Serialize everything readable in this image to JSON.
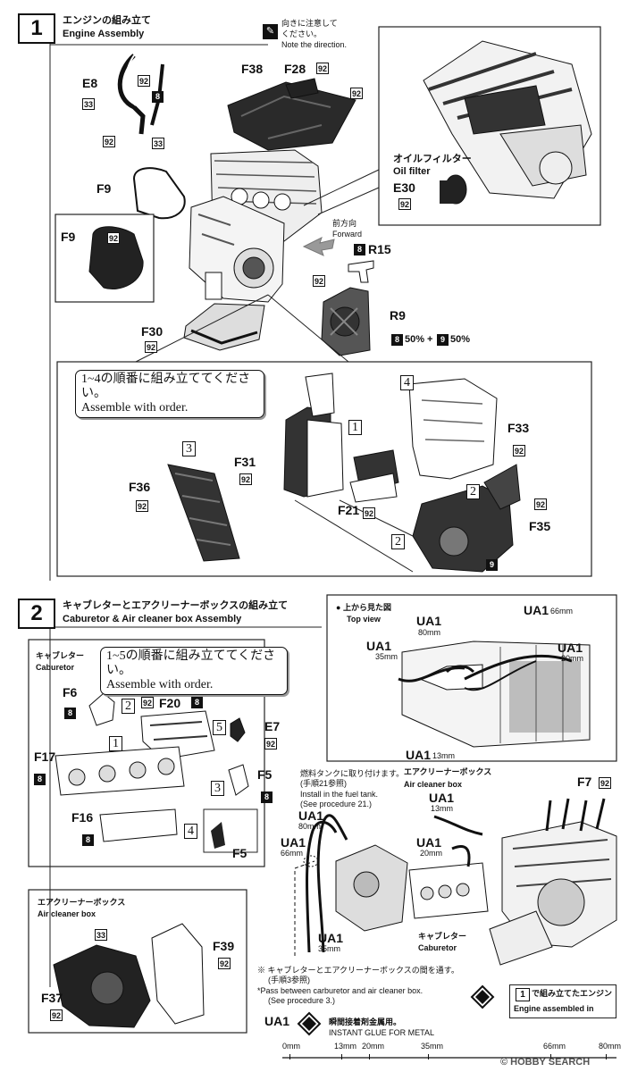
{
  "step1": {
    "number": "1",
    "title_jp": "エンジンの組み立て",
    "title_en": "Engine Assembly",
    "note_jp": "向きに注意して",
    "note_jp2": "ください。",
    "note_en": "Note the direction.",
    "oil_filter_jp": "オイルフィルター",
    "oil_filter_en": "Oil filter",
    "forward_jp": "前方向",
    "forward_en": "Forward",
    "r9_mix_a": "50%",
    "r9_mix_plus": "+",
    "r9_mix_b": "50%",
    "order_jp": "1~4の順番に組み立ててください。",
    "order_en": "Assemble with order."
  },
  "step2": {
    "number": "2",
    "title_jp": "キャブレターとエアクリーナーボックスの組み立て",
    "title_en": "Caburetor & Air cleaner box Assembly",
    "carb_jp": "キャブレター",
    "carb_en": "Caburetor",
    "order_jp": "1~5の順番に組み立ててください。",
    "order_en": "Assemble with order.",
    "topview_jp": "上から見た図",
    "topview_en": "Top view",
    "fuel_jp": "燃料タンクに取り付けます。",
    "fuel_jp2": "(手順21参照)",
    "fuel_en": "Install in the fuel tank.",
    "fuel_en2": "(See procedure 21.)",
    "acb_jp": "エアクリーナーボックス",
    "acb_en": "Air cleaner box",
    "carb2_jp": "キャブレター",
    "carb2_en": "Caburetor",
    "pass_jp": "※ キャブレターとエアクリーナーボックスの間を通す。",
    "pass_jp2": "(手順3参照)",
    "pass_en": "*Pass between carburetor and air cleaner box.",
    "pass_en2": "(See procedure 3.)",
    "engine_in_jp": "で組み立てたエンジン",
    "engine_in_en": "Engine assembled in",
    "engine_in_step": "1",
    "acb_box_jp": "エアクリーナーボックス",
    "acb_box_en": "Air cleaner box"
  },
  "parts": {
    "E8": "E8",
    "F38": "F38",
    "F28": "F28",
    "F9": "F9",
    "F9b": "F9",
    "E30": "E30",
    "R15": "R15",
    "R9": "R9",
    "F30a": "F30",
    "F33": "F33",
    "F31": "F31",
    "F36": "F36",
    "F21": "F21",
    "F35": "F35",
    "F6": "F6",
    "F20": "F20",
    "E7": "E7",
    "F17": "F17",
    "F5": "F5",
    "F5b": "F5",
    "F16": "F16",
    "F7": "F7",
    "F37": "F37",
    "F39": "F39"
  },
  "colors": {
    "c92": "92",
    "c33": "33",
    "c8": "8",
    "c9": "9"
  },
  "ua1": {
    "label": "UA1",
    "m80": "80mm",
    "m35": "35mm",
    "m66": "66mm",
    "m20": "20mm",
    "m13": "13mm",
    "fuel80": "80mm",
    "fuel66": "66mm",
    "top13": "13mm",
    "mid20": "20mm",
    "low35": "35mm"
  },
  "glue": {
    "label": "UA1",
    "jp": "瞬間接着剤金属用。",
    "en": "INSTANT GLUE   FOR METAL",
    "ticks": [
      "0mm",
      "13mm",
      "20mm",
      "35mm",
      "66mm",
      "80mm"
    ],
    "ticks_value": [
      0,
      13,
      20,
      35,
      66,
      80
    ],
    "max": 80
  },
  "watermark": "© HOBBY SEARCH"
}
